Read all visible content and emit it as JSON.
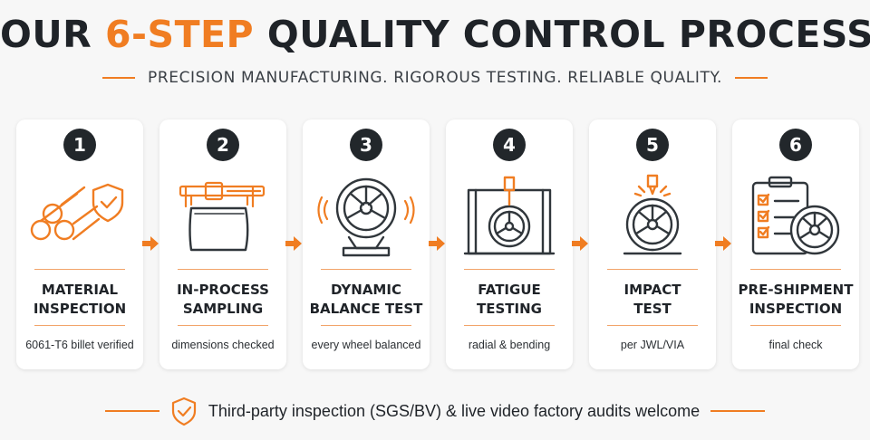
{
  "header": {
    "title_prefix": "OUR ",
    "title_accent": "6-STEP",
    "title_suffix": " QUALITY CONTROL PROCESS",
    "subtitle": "PRECISION MANUFACTURING.  RIGOROUS TESTING.  RELIABLE QUALITY."
  },
  "steps": [
    {
      "number": "1",
      "title_line1": "MATERIAL",
      "title_line2": "INSPECTION",
      "desc": "6061-T6 billet verified",
      "icon": "billet-shield-icon"
    },
    {
      "number": "2",
      "title_line1": "IN-PROCESS",
      "title_line2": "SAMPLING",
      "desc": "dimensions checked",
      "icon": "caliper-icon"
    },
    {
      "number": "3",
      "title_line1": "DYNAMIC",
      "title_line2": "BALANCE TEST",
      "desc": "every wheel balanced",
      "icon": "balance-machine-icon"
    },
    {
      "number": "4",
      "title_line1": "FATIGUE",
      "title_line2": "TESTING",
      "desc": "radial & bending",
      "icon": "fatigue-rig-icon"
    },
    {
      "number": "5",
      "title_line1": "IMPACT",
      "title_line2": "TEST",
      "desc": "per JWL/VIA",
      "icon": "impact-wheel-icon"
    },
    {
      "number": "6",
      "title_line1": "PRE-SHIPMENT",
      "title_line2": "INSPECTION",
      "desc": "final check",
      "icon": "checklist-wheel-icon"
    }
  ],
  "footer": {
    "text": "Third-party inspection (SGS/BV) & live video factory audits welcome",
    "icon": "shield-check-icon"
  },
  "colors": {
    "accent": "#f07d22",
    "dark": "#22272b",
    "card": "#ffffff",
    "background": "#f7f7f7"
  }
}
